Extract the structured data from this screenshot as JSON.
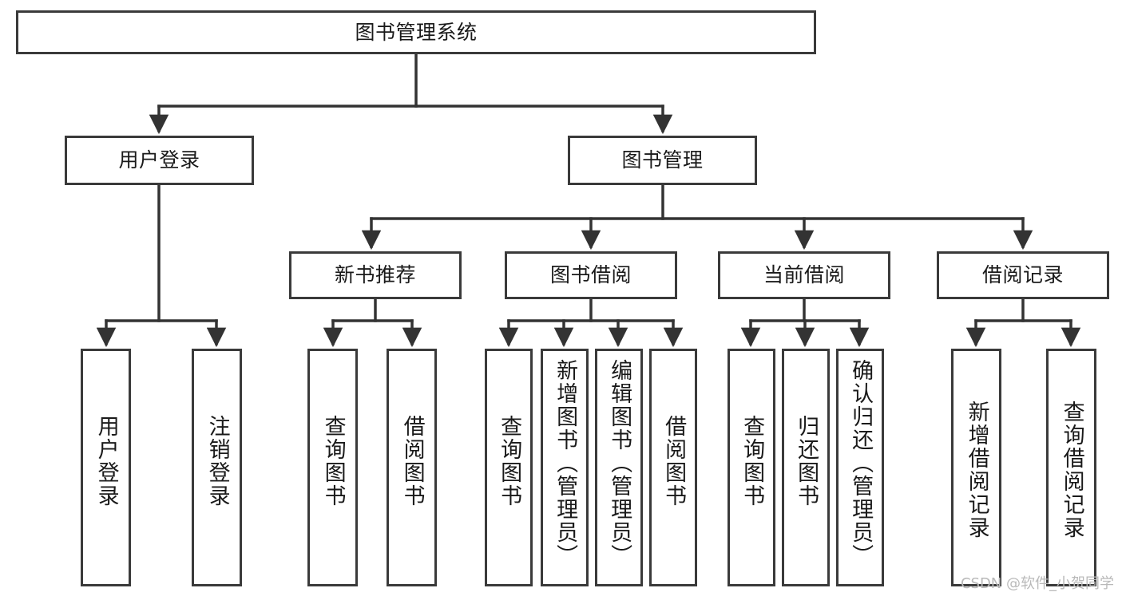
{
  "diagram": {
    "title": "图书管理系统",
    "watermark": "CSDN @软件_小贺同学",
    "theme": {
      "background": "#ffffff",
      "box_border": "#3a3a3a",
      "box_fill": "#ffffff",
      "text": "#1a1a1a",
      "edge": "#333333",
      "watermark": "#b9b9b9"
    },
    "root": {
      "label": "图书管理系统"
    },
    "level2": [
      {
        "label": "用户登录"
      },
      {
        "label": "图书管理"
      }
    ],
    "level3": [
      {
        "label": "新书推荐"
      },
      {
        "label": "图书借阅"
      },
      {
        "label": "当前借阅"
      },
      {
        "label": "借阅记录"
      }
    ],
    "leaves": {
      "user_login": [
        {
          "label": "用户登录"
        },
        {
          "label": "注销登录"
        }
      ],
      "new_book_recommend": [
        {
          "label": "查询图书"
        },
        {
          "label": "借阅图书"
        }
      ],
      "book_borrow": [
        {
          "label": "查询图书"
        },
        {
          "label": "新增图书（管理员）"
        },
        {
          "label": "编辑图书（管理员）"
        },
        {
          "label": "借阅图书"
        }
      ],
      "current_borrow": [
        {
          "label": "查询图书"
        },
        {
          "label": "归还图书"
        },
        {
          "label": "确认归还（管理员）"
        }
      ],
      "borrow_record": [
        {
          "label": "新增借阅记录"
        },
        {
          "label": "查询借阅记录"
        }
      ]
    }
  }
}
